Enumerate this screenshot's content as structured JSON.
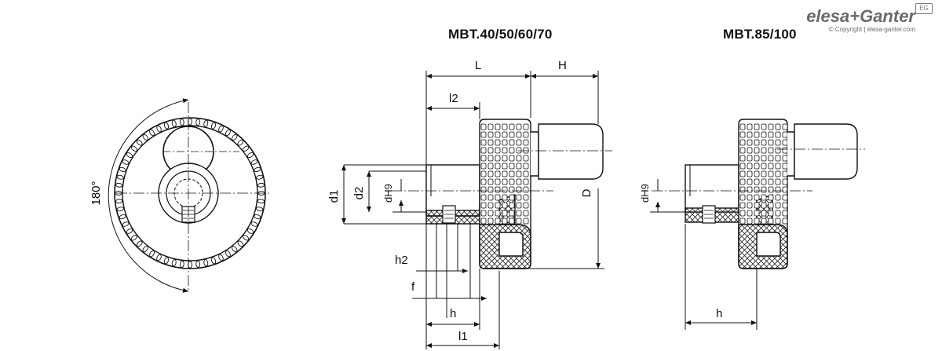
{
  "titles": {
    "left_model": "MBT.40/50/60/70",
    "right_model": "MBT.85/100"
  },
  "brand": {
    "name": "elesa+Ganter",
    "copyright": "© Copyright | elesa-ganter.com",
    "badge": "EG"
  },
  "labels": {
    "angle": "180°",
    "L": "L",
    "H": "H",
    "l2": "l2",
    "d1": "d1",
    "d2": "d2",
    "dH9": "dH9",
    "D": "D",
    "h2": "h2",
    "f": "f",
    "h": "h",
    "l1": "l1",
    "dH9_right": "dH9",
    "h_right": "h"
  }
}
